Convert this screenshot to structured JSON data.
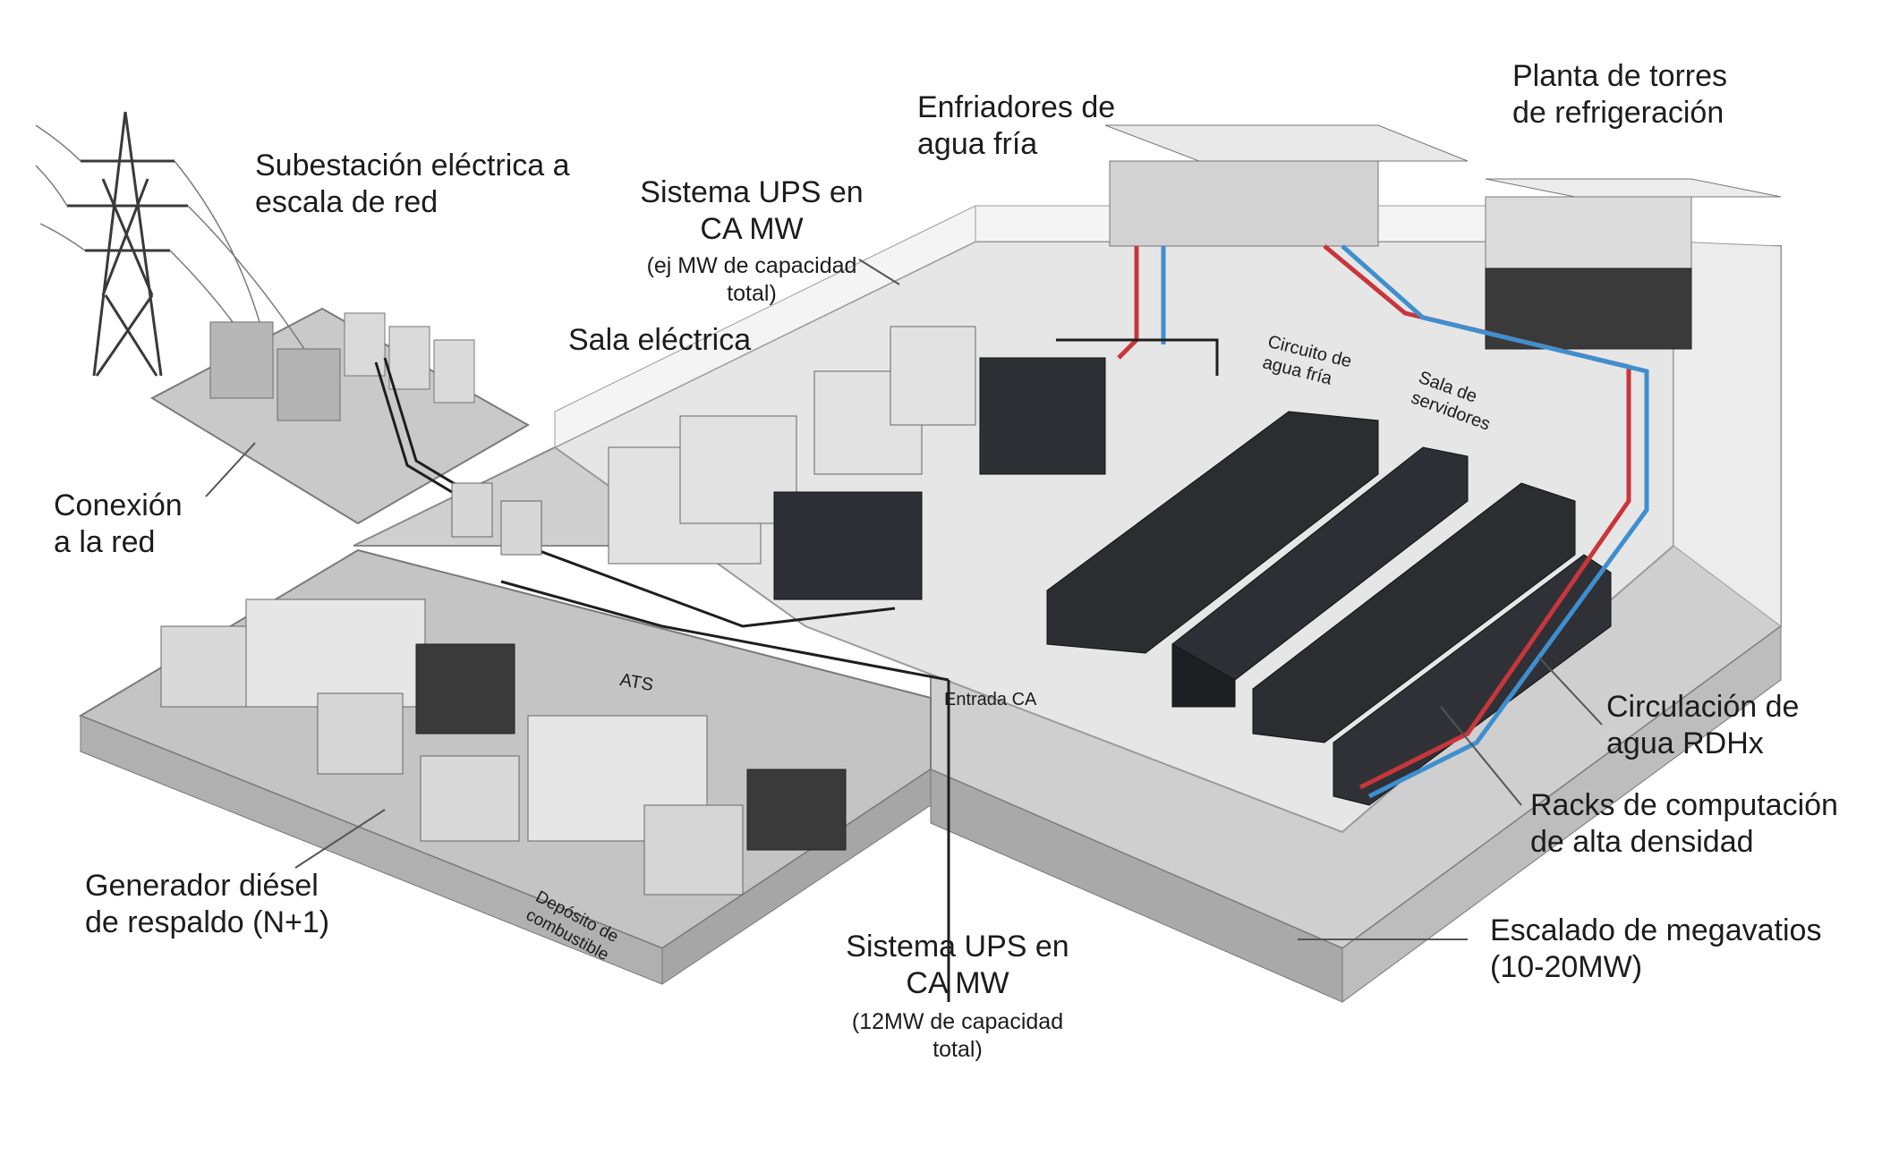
{
  "labels": {
    "substation": [
      "Subestación eléctrica a",
      "escala de red"
    ],
    "grid_connection": [
      "Conexión",
      "a la red"
    ],
    "diesel_generator": [
      "Generador diésel",
      "de respaldo (N+1)"
    ],
    "ups_top": [
      "Sistema UPS en",
      "CA MW"
    ],
    "ups_top_note": [
      "(ej MW de capacidad",
      "total)"
    ],
    "electrical_room": "Sala eléctrica",
    "chillers": [
      "Enfriadores de",
      "agua fría"
    ],
    "cooling_towers": [
      "Planta de torres",
      "de refrigeración"
    ],
    "chilled_water_loop": [
      "Circuito de",
      "agua fría"
    ],
    "server_room": [
      "Sala de",
      "servidores"
    ],
    "ats": "ATS",
    "ac_input": "Entrada CA",
    "fuel_tank": [
      "Depósito de",
      "combustible"
    ],
    "ups_bottom": [
      "Sistema UPS en",
      "CA MW"
    ],
    "ups_bottom_note": [
      "(12MW de capacidad",
      "total)"
    ],
    "rdhx": [
      "Circulación de",
      "agua RDHx"
    ],
    "hd_racks": [
      "Racks de computación",
      "de alta densidad"
    ],
    "megawatt_scaling": [
      "Escalado de megavatios",
      "(10-20MW)"
    ]
  },
  "colors": {
    "hot_water": "#c8363b",
    "cold_water": "#3f8fcf",
    "power_cable": "#1e1e1e",
    "floor": "#d9d9d9",
    "wall": "#f1f1f1",
    "rack": "#2b2d31"
  }
}
